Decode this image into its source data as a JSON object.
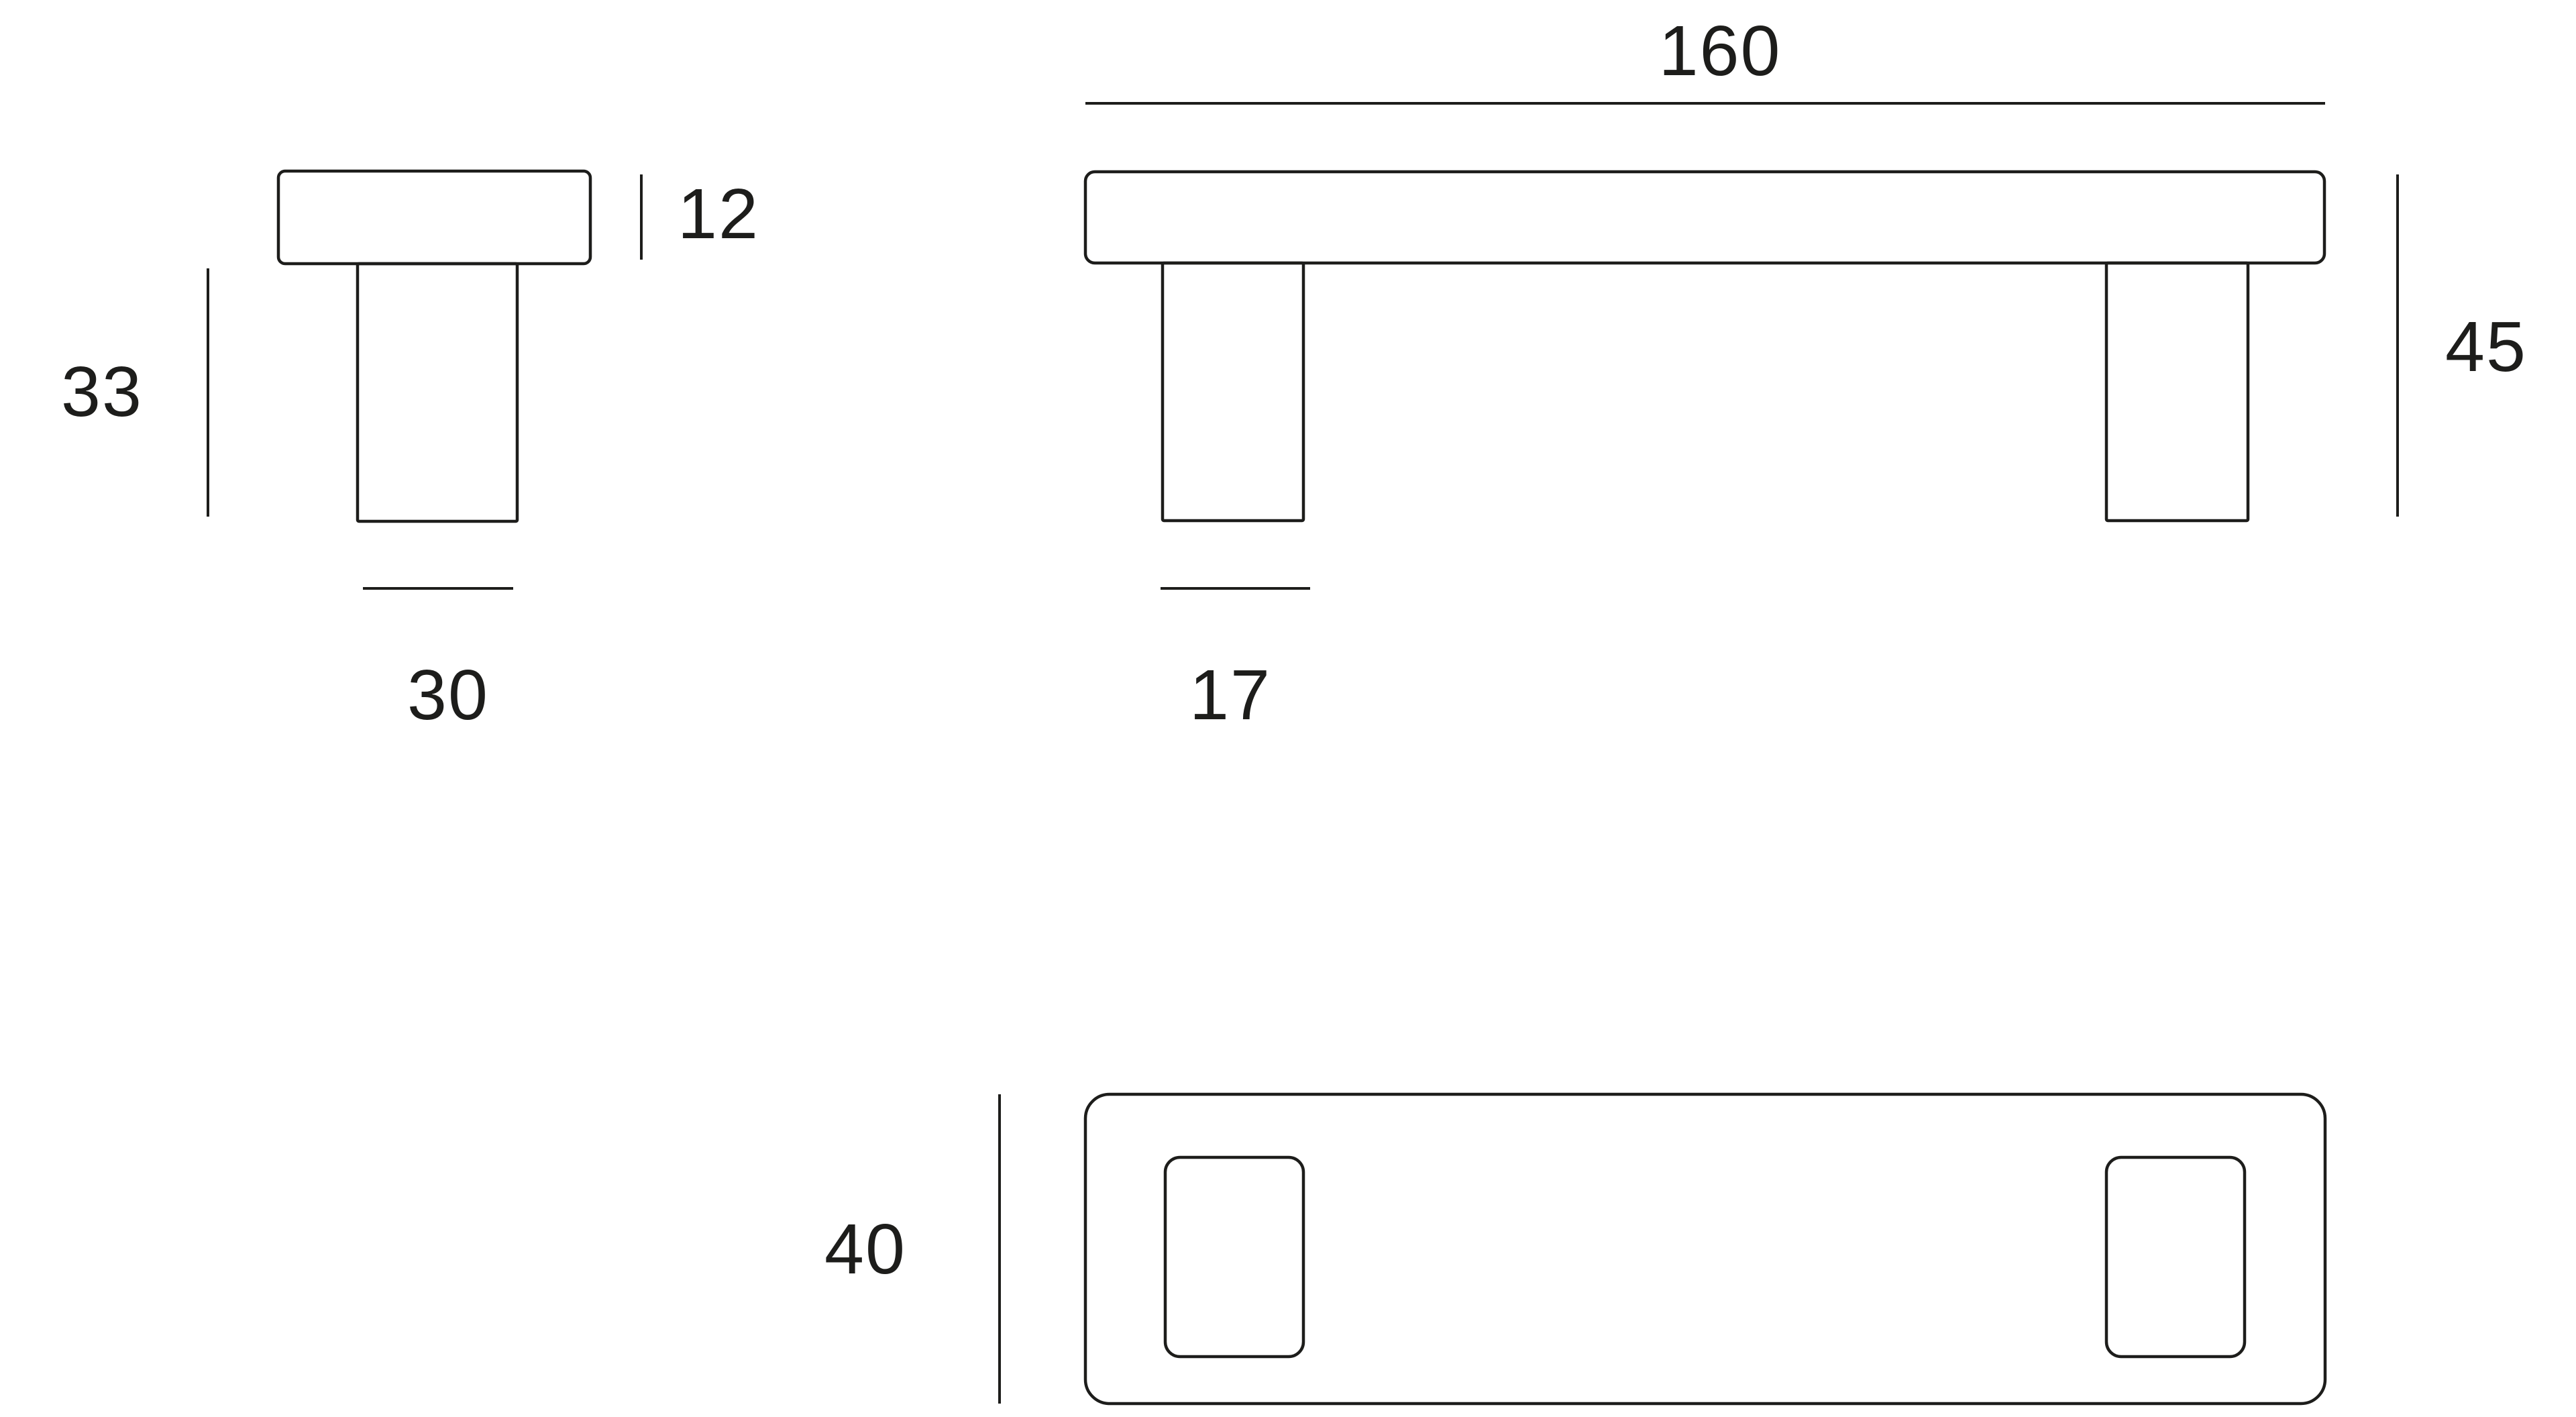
{
  "drawing": {
    "background": "#ffffff",
    "line_color": "#1d1d1b",
    "dimensions": {
      "overall_length": "160",
      "bar_thickness": "12",
      "post_height": "33",
      "side_width": "30",
      "overall_height": "45",
      "post_width": "17",
      "plate_depth": "40"
    }
  }
}
